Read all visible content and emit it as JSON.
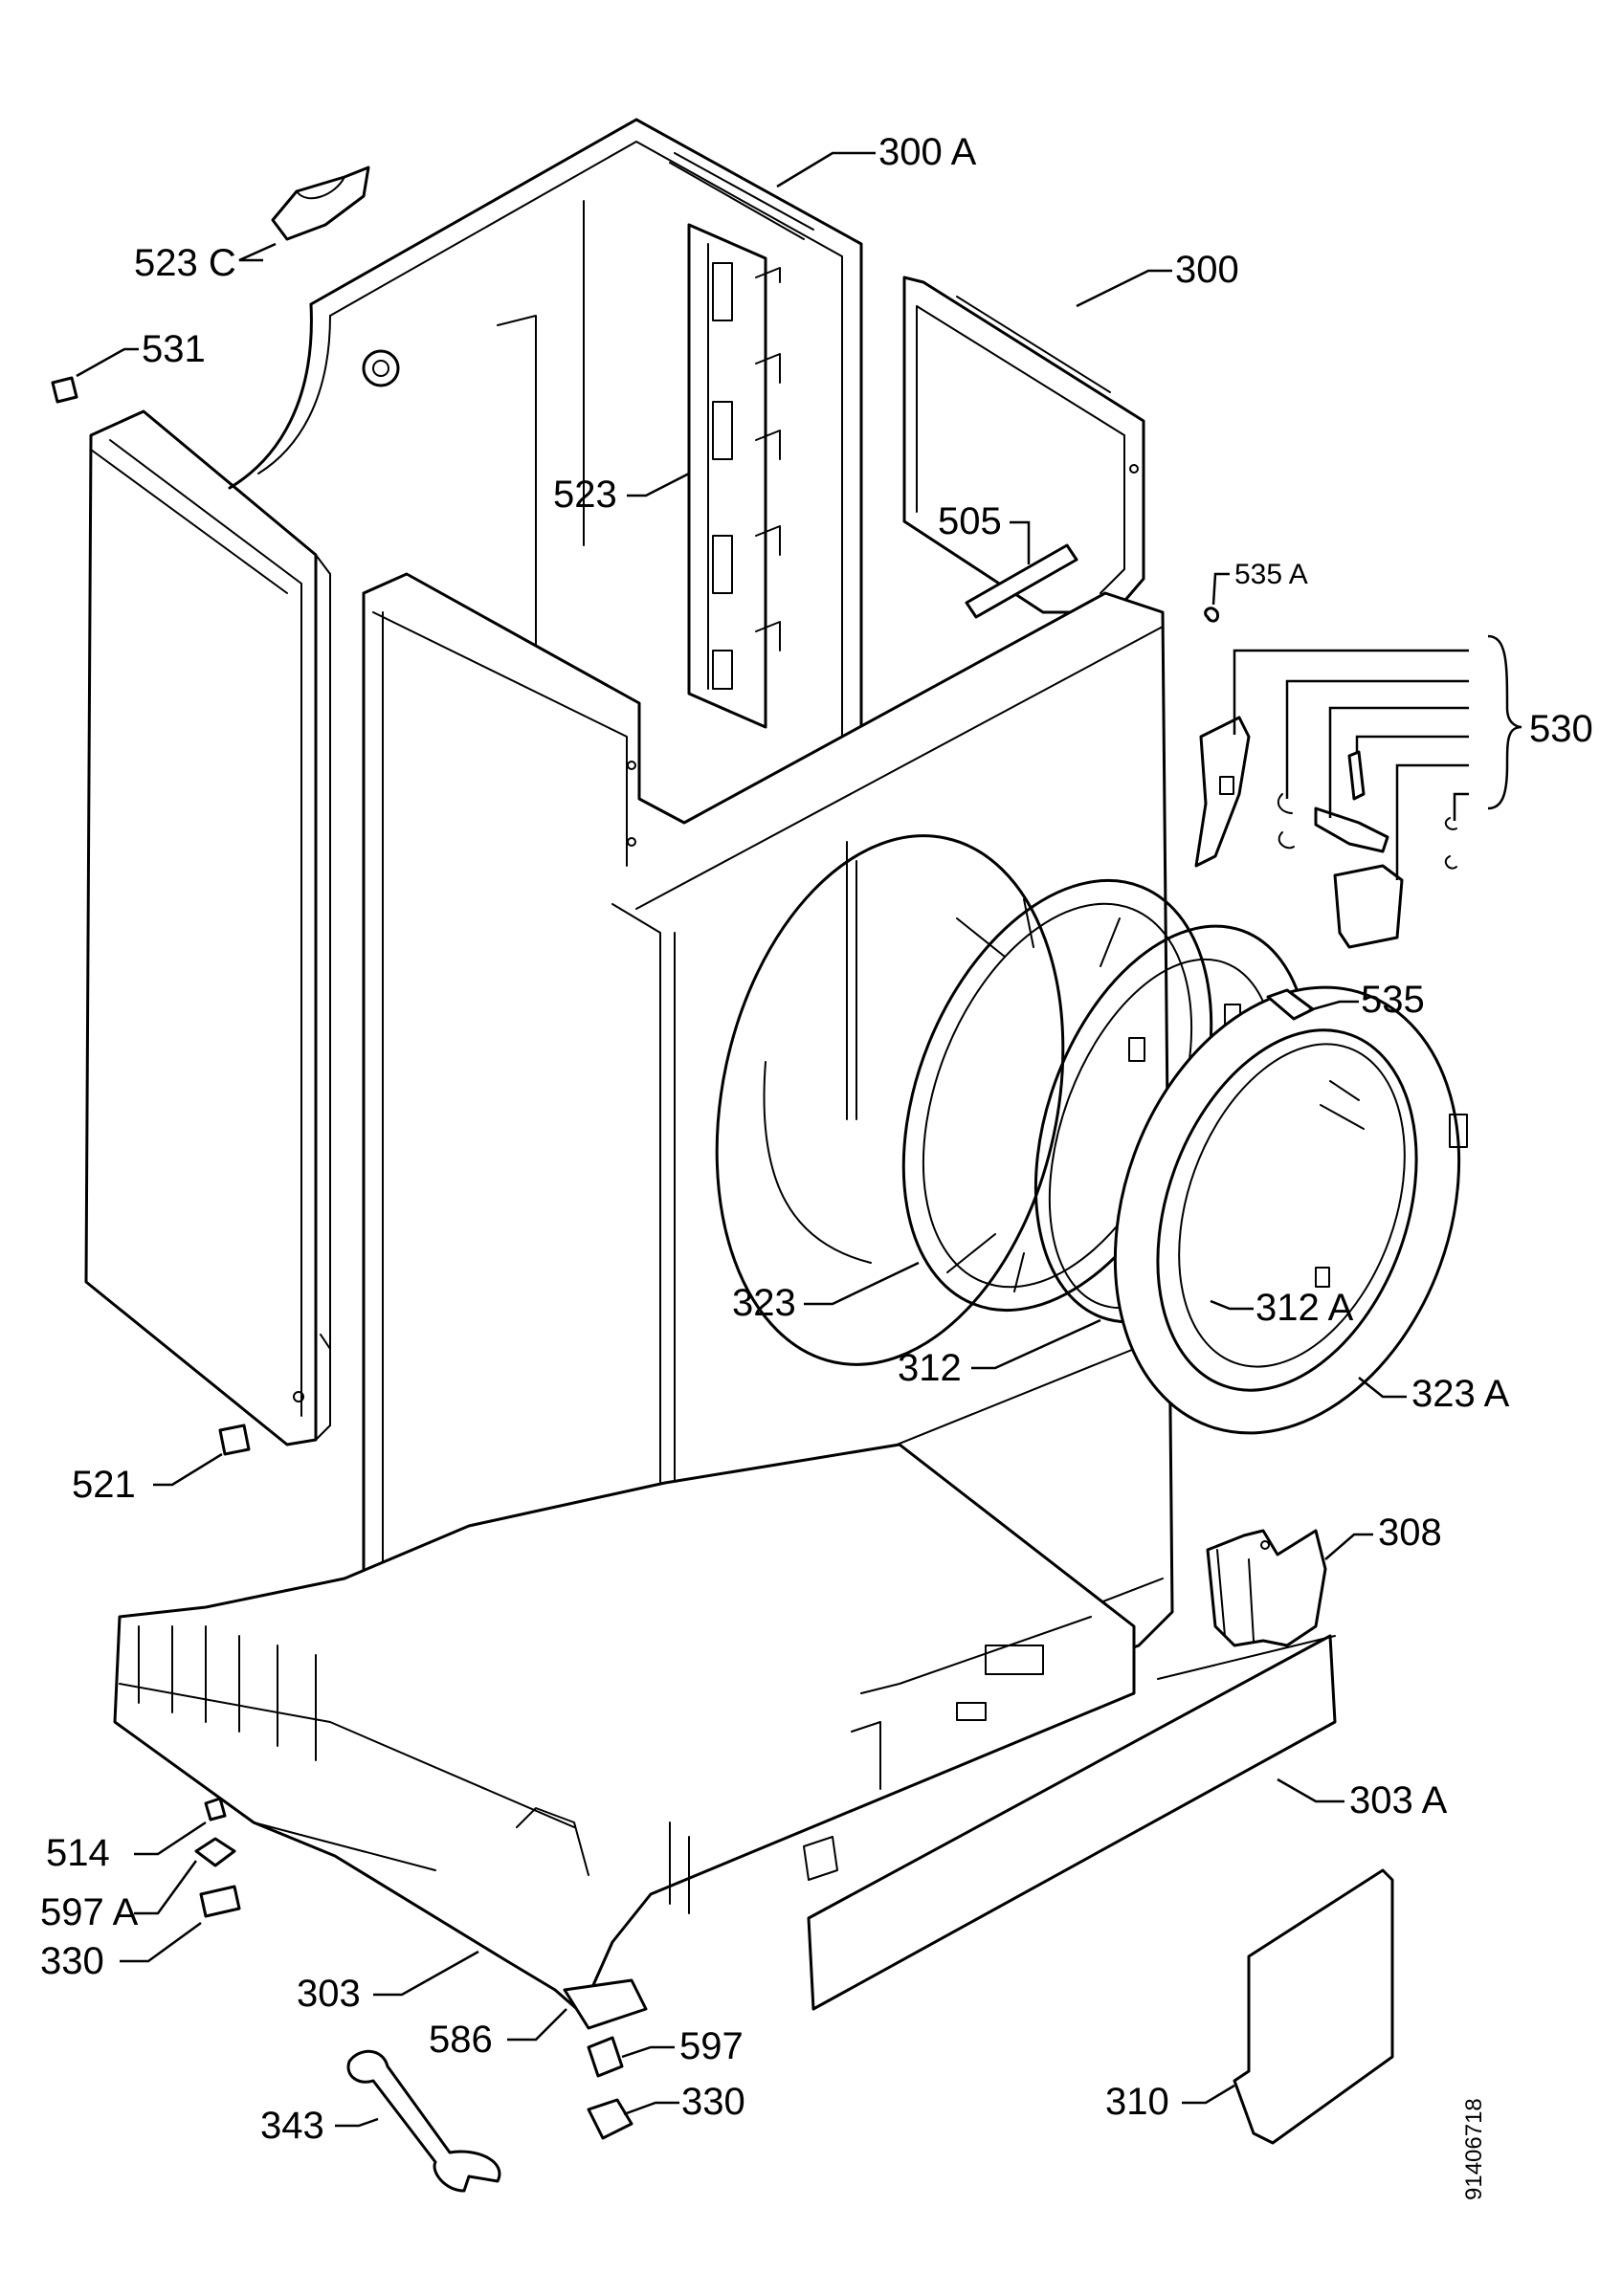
{
  "labels": [
    "300 A",
    "523 C",
    "300",
    "531",
    "523",
    "505",
    "535 A",
    "530",
    "535",
    "323",
    "312 A",
    "312",
    "323 A",
    "521",
    "308",
    "303 A",
    "514",
    "597 A",
    "330",
    "303",
    "586",
    "597",
    "330",
    "343",
    "310"
  ],
  "drawing_code": "91406718"
}
